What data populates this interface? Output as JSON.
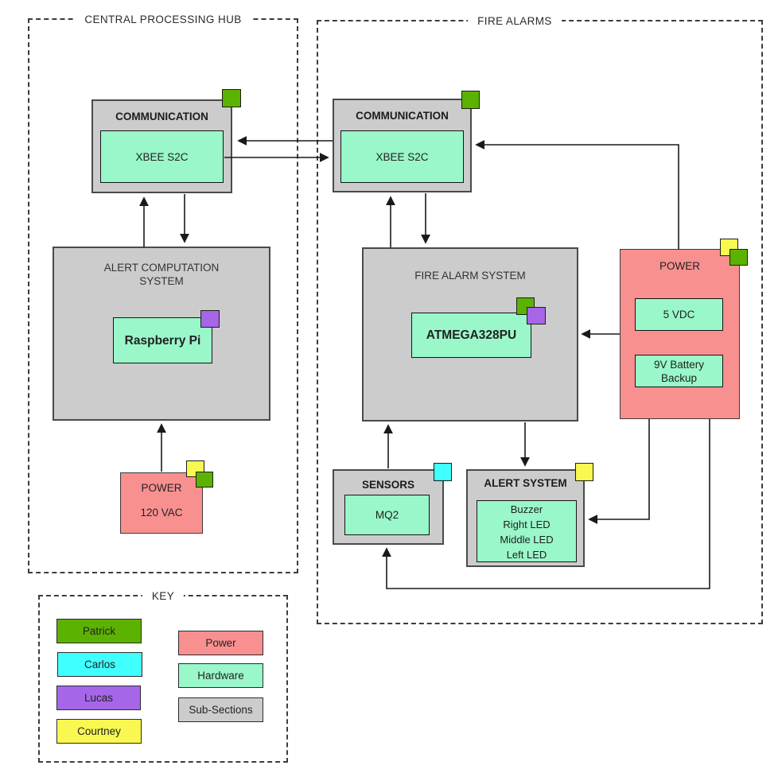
{
  "colors": {
    "patrick_green": "#5CB200",
    "carlos_cyan": "#40FFFF",
    "lucas_purple": "#A666E8",
    "courtney_yellow": "#F8F850",
    "power_pink": "#F89090",
    "hardware_mint": "#99F7C9",
    "subsection_gray": "#CCCCCC"
  },
  "containers": {
    "central_hub": {
      "title": "CENTRAL PROCESSING HUB"
    },
    "fire_alarms": {
      "title": "FIRE ALARMS"
    },
    "key": {
      "title": "KEY"
    }
  },
  "nodes": {
    "hub_comm": {
      "title": "COMMUNICATION",
      "chip": "XBEE S2C"
    },
    "alert_computation": {
      "title": "ALERT COMPUTATION SYSTEM",
      "chip": "Raspberry Pi"
    },
    "hub_power": {
      "title": "POWER",
      "value": "120 VAC"
    },
    "fa_comm": {
      "title": "COMMUNICATION",
      "chip": "XBEE S2C"
    },
    "fire_alarm_system": {
      "title": "FIRE ALARM SYSTEM",
      "chip": "ATMEGA328PU"
    },
    "fa_power": {
      "title": "POWER",
      "chip1": "5 VDC",
      "chip2": "9V Battery Backup"
    },
    "sensors": {
      "title": "SENSORS",
      "chip": "MQ2"
    },
    "alert_system": {
      "title": "ALERT SYSTEM",
      "items": [
        "Buzzer",
        "Right LED",
        "Middle LED",
        "Left LED"
      ]
    }
  },
  "key": {
    "people": [
      {
        "label": "Patrick"
      },
      {
        "label": "Carlos"
      },
      {
        "label": "Lucas"
      },
      {
        "label": "Courtney"
      }
    ],
    "categories": [
      {
        "label": "Power"
      },
      {
        "label": "Hardware"
      },
      {
        "label": "Sub-Sections"
      }
    ]
  }
}
